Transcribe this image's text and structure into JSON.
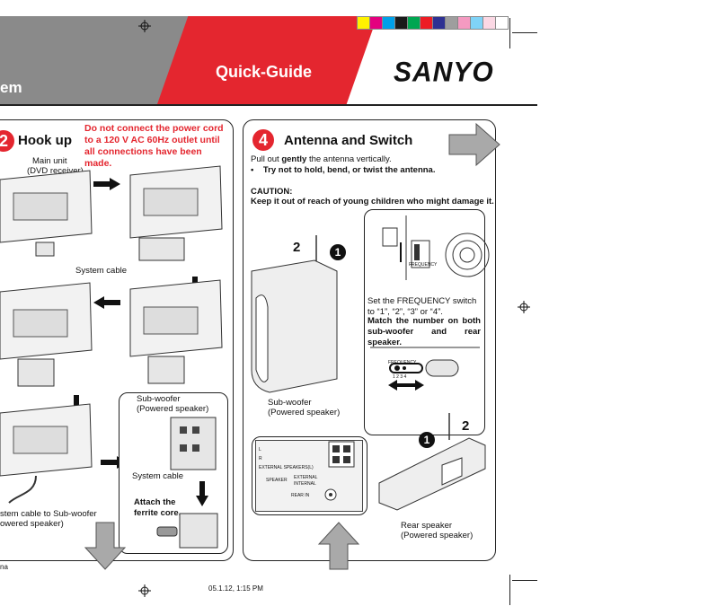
{
  "header": {
    "left_title_fragment": "em",
    "title": "Quick-Guide",
    "brand": "SANYO"
  },
  "color_bar": [
    "#fff200",
    "#e4007f",
    "#00a0e9",
    "#1a1a1a",
    "#00a651",
    "#ed1c24",
    "#2e3192",
    "#9e9e9e",
    "#f49ac1",
    "#7fd3f7",
    "#fbd8e4",
    "#ffffff"
  ],
  "step2": {
    "number": "2",
    "title": "Hook up",
    "warning": "Do not connect the power cord to a 120 V AC 60Hz outlet until all connections have been made.",
    "labels": {
      "main_unit": "Main unit",
      "dvd_receiver": "(DVD receiver)",
      "system_cable_1": "System cable",
      "subwoofer": "Sub-woofer",
      "powered_speaker": "(Powered speaker)",
      "system_cable_2": "System cable",
      "attach_ferrite": "Attach the ferrite core.",
      "bottom_caption_1": "stem cable to Sub-woofer",
      "bottom_caption_2": "owered speaker)"
    }
  },
  "step4": {
    "number": "4",
    "title": "Antenna and Switch",
    "instruction_pre": "Pull out ",
    "instruction_bold": "gently",
    "instruction_post": " the antenna vertically.",
    "bullet": "Try not to hold, bend, or twist the antenna.",
    "caution_title": "CAUTION:",
    "caution_text": "Keep it out of reach of young children who might damage it.",
    "frequency_label": "FREQUENCY",
    "switch_text": "Set the FREQUENCY switch to “1”, “2”, “3” or “4”.",
    "match_text": "Match the number on both sub-woofer and rear speaker.",
    "subwoofer_label": "Sub-woofer",
    "subwoofer_sub": "(Powered speaker)",
    "rear_label": "Rear speaker",
    "rear_sub": "(Powered speaker)",
    "freq_digits": "1 2 3 4",
    "panel_labels": {
      "l": "L",
      "r": "R",
      "external_speakers": "EXTERNAL SPEAKERS(L)",
      "speaker": "SPEAKER",
      "external": "EXTERNAL",
      "internal": "INTERNAL",
      "rear_in": "REAR IN"
    },
    "step_marks": [
      "2",
      "1",
      "1",
      "2"
    ]
  },
  "footer": {
    "left_fragment": "na",
    "timestamp": "05.1.12, 1:15 PM"
  }
}
